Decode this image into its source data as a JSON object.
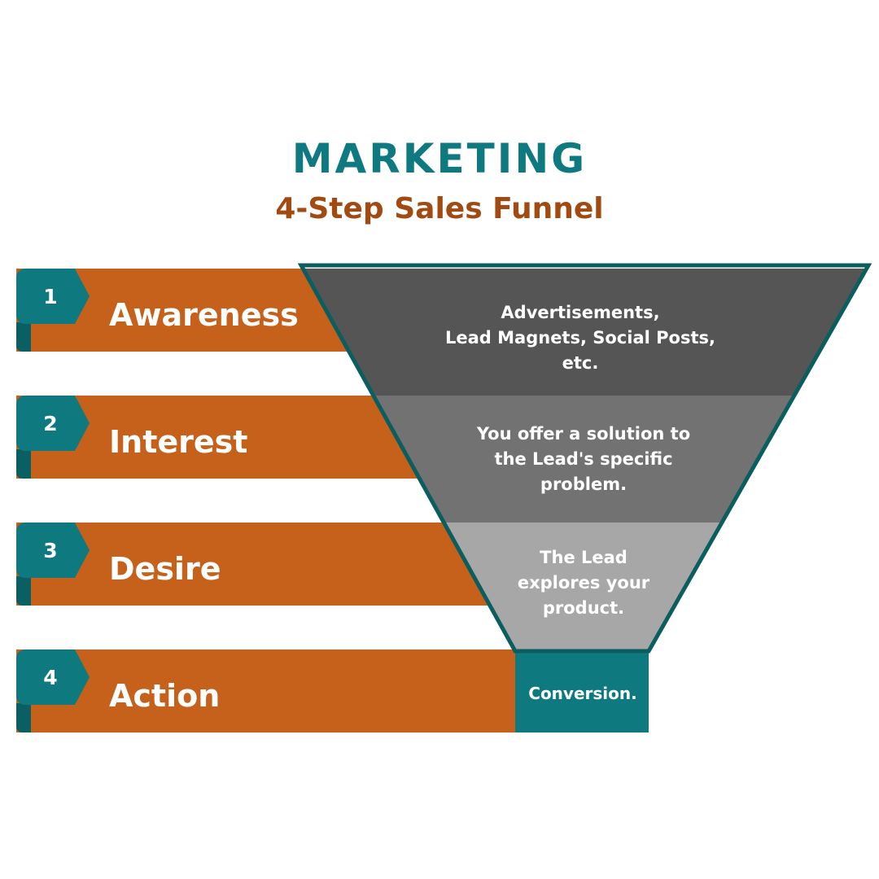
{
  "title": "MARKETING",
  "subtitle": "4-Step Sales Funnel",
  "colors": {
    "title": "#0e7a80",
    "subtitle": "#a14a12",
    "band": "#c5611a",
    "tab": "#0e7a80",
    "tab_fold": "#0a5f63",
    "funnel_outline": "#0b5e5f",
    "conversion": "#0e7a80"
  },
  "steps": [
    {
      "number": "1",
      "label": "Awareness",
      "fill": "#555555",
      "description": [
        "Advertisements,",
        "Lead Magnets, Social Posts,",
        "etc."
      ]
    },
    {
      "number": "2",
      "label": "Interest",
      "fill": "#727272",
      "description": [
        "You offer a solution to",
        "the Lead's specific",
        "problem."
      ]
    },
    {
      "number": "3",
      "label": "Desire",
      "fill": "#a7a7a7",
      "description": [
        "The Lead",
        "explores your",
        "product."
      ]
    },
    {
      "number": "4",
      "label": "Action",
      "fill": "#0e7a80",
      "description": [
        "Conversion."
      ]
    }
  ]
}
